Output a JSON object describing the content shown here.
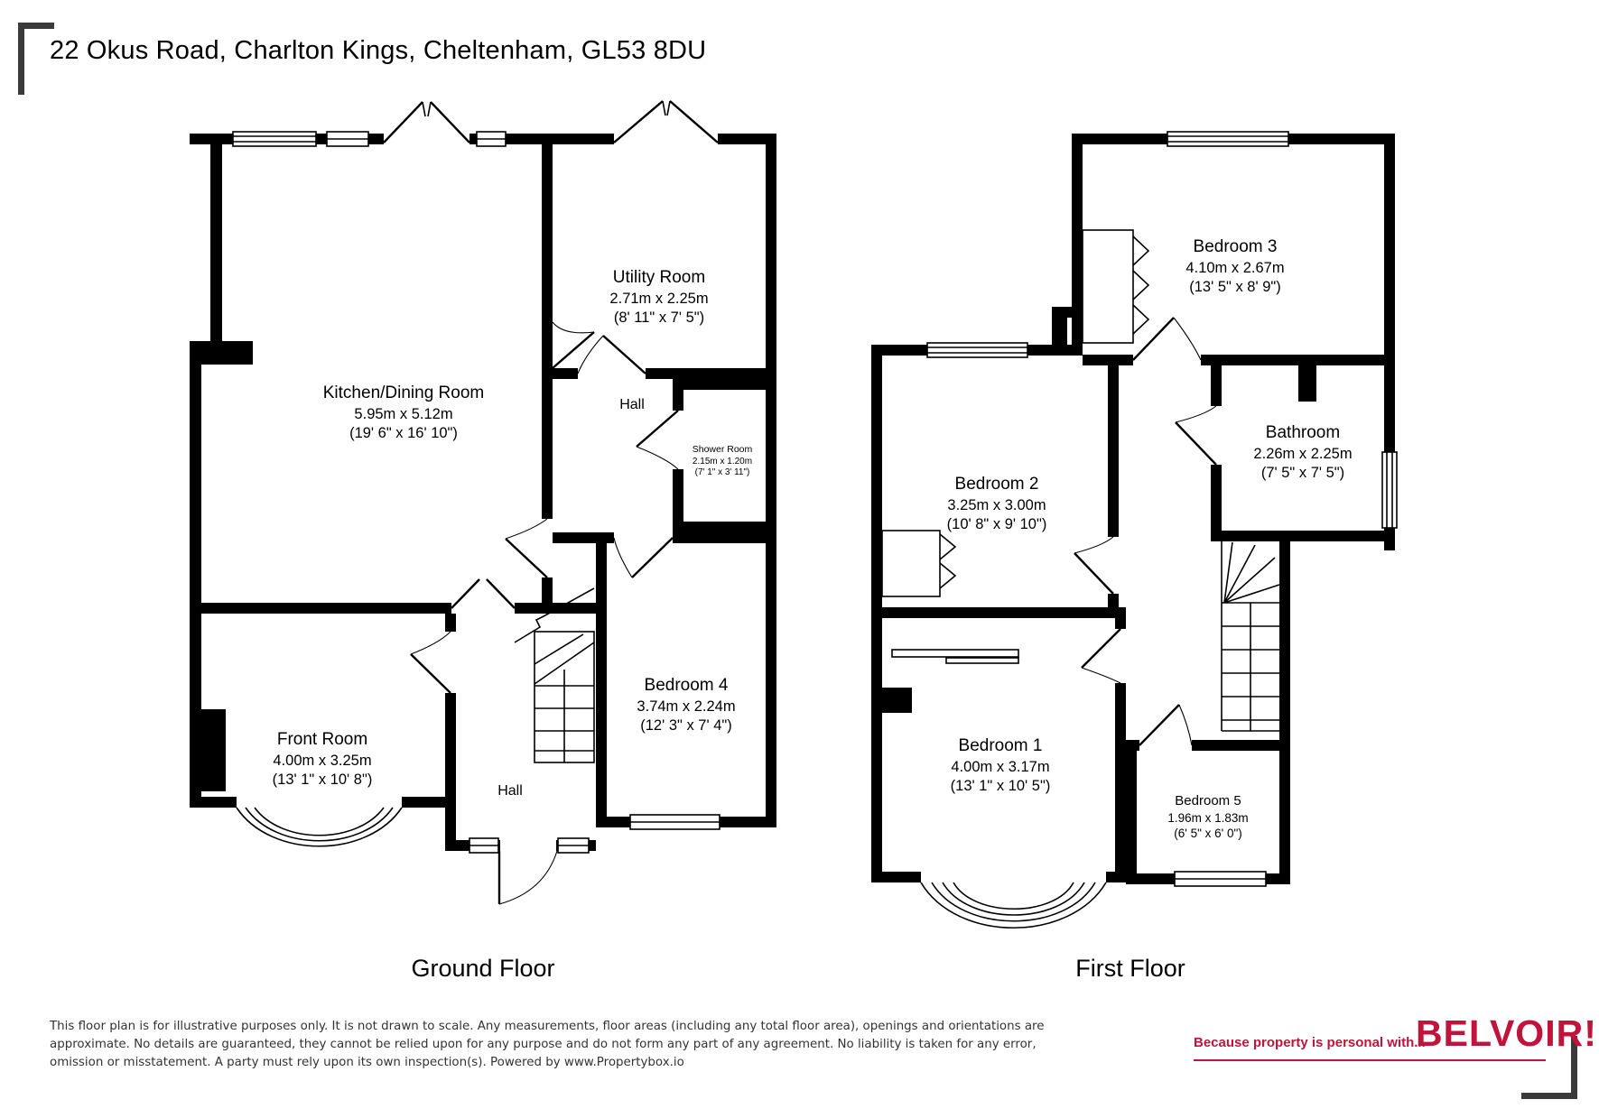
{
  "title": "22 Okus Road, Charlton Kings, Cheltenham, GL53 8DU",
  "ground_floor": {
    "label": "Ground Floor",
    "rooms": {
      "kitchen": {
        "name": "Kitchen/Dining Room",
        "metric": "5.95m x 5.12m",
        "imperial": "(19' 6\" x 16' 10\")"
      },
      "utility": {
        "name": "Utility Room",
        "metric": "2.71m x 2.25m",
        "imperial": "(8' 11\" x 7' 5\")"
      },
      "hall_upper": {
        "name": "Hall"
      },
      "shower": {
        "name": "Shower Room",
        "metric": "2.15m x 1.20m",
        "imperial": "(7' 1\" x 3' 11\")"
      },
      "bedroom4": {
        "name": "Bedroom 4",
        "metric": "3.74m x 2.24m",
        "imperial": "(12' 3\" x 7' 4\")"
      },
      "front_room": {
        "name": "Front Room",
        "metric": "4.00m x 3.25m",
        "imperial": "(13' 1\" x 10' 8\")"
      },
      "hall_lower": {
        "name": "Hall"
      }
    }
  },
  "first_floor": {
    "label": "First Floor",
    "rooms": {
      "bedroom3": {
        "name": "Bedroom 3",
        "metric": "4.10m x 2.67m",
        "imperial": "(13' 5\" x 8' 9\")"
      },
      "bedroom2": {
        "name": "Bedroom 2",
        "metric": "3.25m x 3.00m",
        "imperial": "(10' 8\" x 9' 10\")"
      },
      "bathroom": {
        "name": "Bathroom",
        "metric": "2.26m x 2.25m",
        "imperial": "(7' 5\" x 7' 5\")"
      },
      "bedroom1": {
        "name": "Bedroom 1",
        "metric": "4.00m x 3.17m",
        "imperial": "(13' 1\" x 10' 5\")"
      },
      "bedroom5": {
        "name": "Bedroom 5",
        "metric": "1.96m x 1.83m",
        "imperial": "(6' 5\" x 6' 0\")"
      }
    }
  },
  "disclaimer": {
    "line1": "This floor plan is for illustrative purposes only. It is not drawn to scale. Any measurements, floor areas (including any total floor area), openings and orientations are",
    "line2": "approximate. No details are guaranteed, they cannot be relied upon for any purpose and do not form any part of any agreement. No liability is taken for any error,",
    "line3": "omission or misstatement. A party must rely upon its own inspection(s). Powered by www.Propertybox.io"
  },
  "branding": {
    "tagline": "Because property is personal with...",
    "logo": "BELVOIR!",
    "brand_color": "#c0143c"
  }
}
